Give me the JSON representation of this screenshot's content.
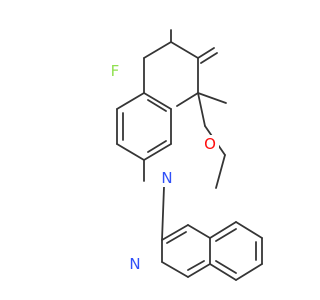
{
  "structure": {
    "atoms": {
      "F": "F",
      "O": "O",
      "N_amide": "N",
      "N_quinoline": "N"
    }
  },
  "colors": {
    "background": "#ffffff",
    "bond": "#353535",
    "fluorine": "#90e050",
    "oxygen": "#ff0d0d",
    "nitrogen": "#3050f8"
  }
}
